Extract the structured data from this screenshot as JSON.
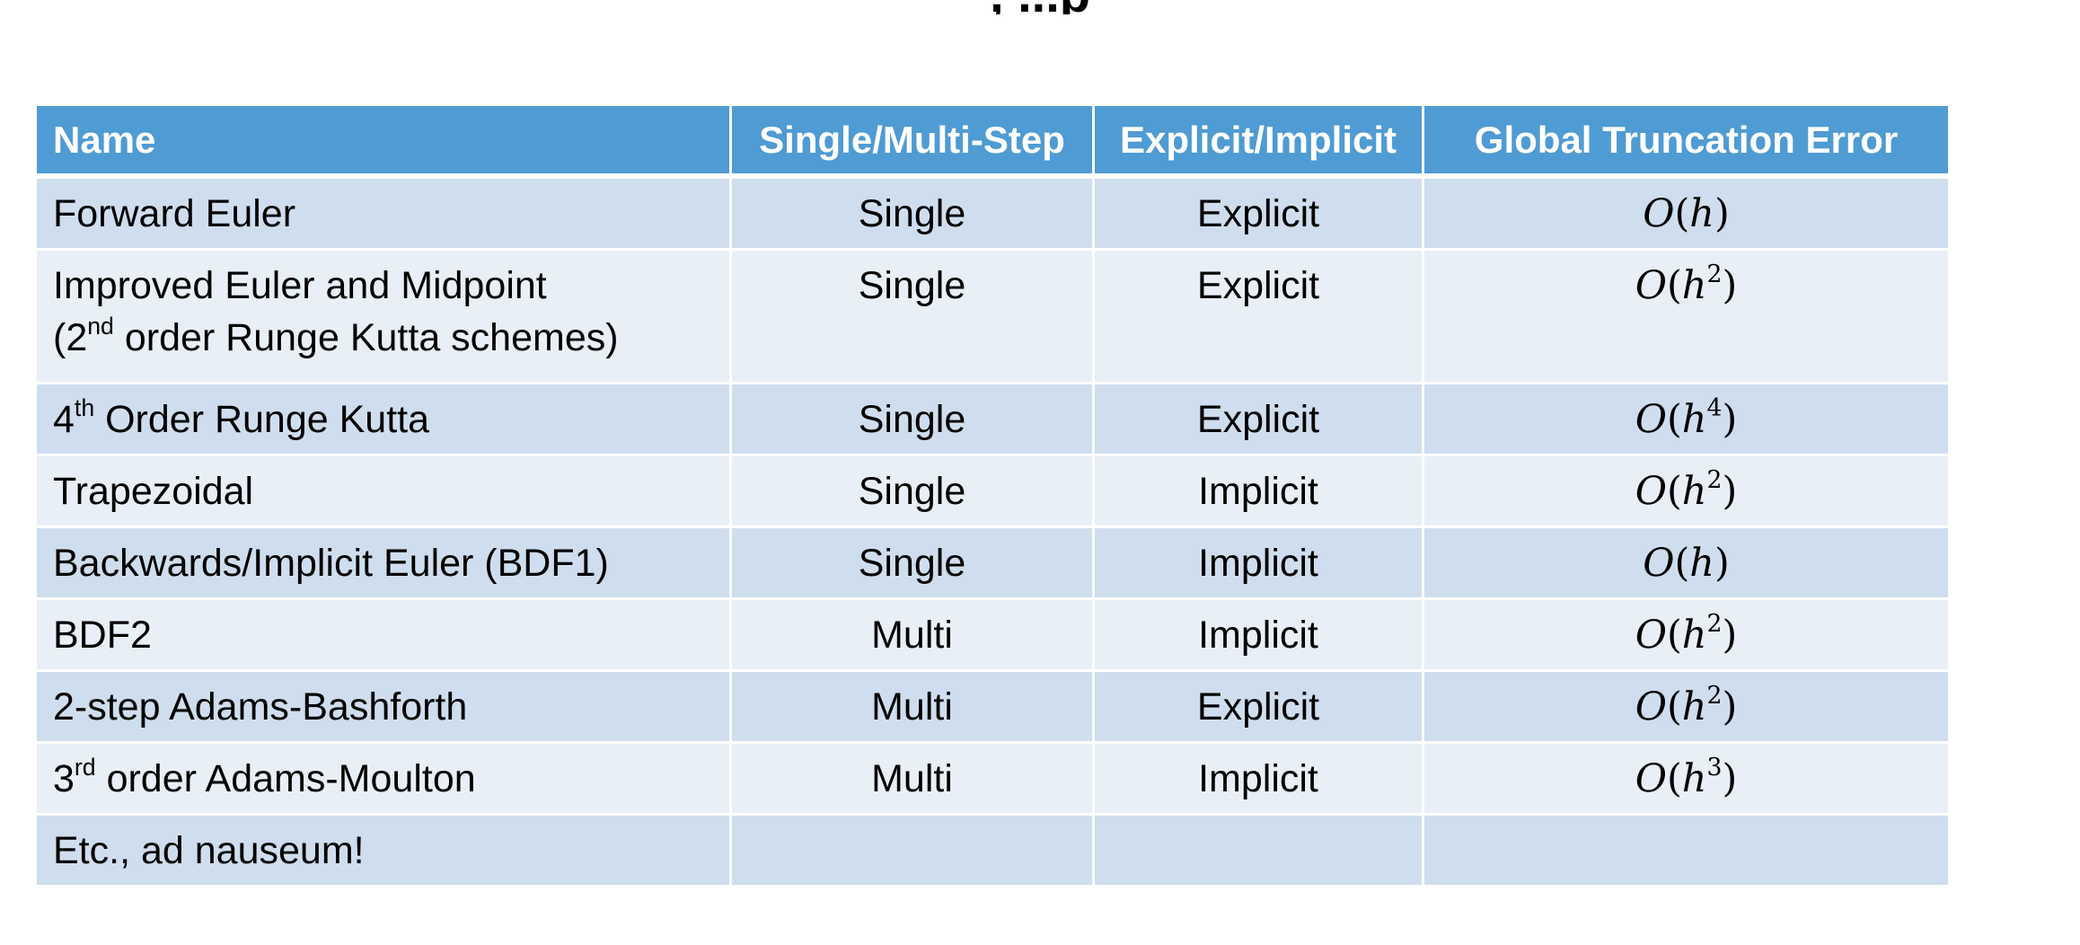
{
  "slide": {
    "title_fragment": ", ...p"
  },
  "table": {
    "headers": {
      "name": "Name",
      "step": "Single/Multi-Step",
      "explicit": "Explicit/Implicit",
      "error": "Global Truncation Error"
    },
    "rows": [
      {
        "name": "Forward Euler",
        "name_sup": "",
        "name_rest": "",
        "name_line2_pre": "",
        "name_line2_sup": "",
        "name_line2_rest": "",
        "step": "Single",
        "explicit": "Explicit",
        "error_base": "O",
        "error_var": "h",
        "error_exp": ""
      },
      {
        "name": "Improved Euler and Midpoint",
        "name_sup": "",
        "name_rest": "",
        "name_line2_pre": "(2",
        "name_line2_sup": "nd",
        "name_line2_rest": " order Runge Kutta schemes)",
        "step": "Single",
        "explicit": "Explicit",
        "error_base": "O",
        "error_var": "h",
        "error_exp": "2"
      },
      {
        "name": "4",
        "name_sup": "th",
        "name_rest": " Order Runge Kutta",
        "name_line2_pre": "",
        "name_line2_sup": "",
        "name_line2_rest": "",
        "step": "Single",
        "explicit": "Explicit",
        "error_base": "O",
        "error_var": "h",
        "error_exp": "4"
      },
      {
        "name": "Trapezoidal",
        "name_sup": "",
        "name_rest": "",
        "name_line2_pre": "",
        "name_line2_sup": "",
        "name_line2_rest": "",
        "step": "Single",
        "explicit": "Implicit",
        "error_base": "O",
        "error_var": "h",
        "error_exp": "2"
      },
      {
        "name": "Backwards/Implicit Euler (BDF1)",
        "name_sup": "",
        "name_rest": "",
        "name_line2_pre": "",
        "name_line2_sup": "",
        "name_line2_rest": "",
        "step": "Single",
        "explicit": "Implicit",
        "error_base": "O",
        "error_var": "h",
        "error_exp": ""
      },
      {
        "name": "BDF2",
        "name_sup": "",
        "name_rest": "",
        "name_line2_pre": "",
        "name_line2_sup": "",
        "name_line2_rest": "",
        "step": "Multi",
        "explicit": "Implicit",
        "error_base": "O",
        "error_var": "h",
        "error_exp": "2"
      },
      {
        "name": "2-step Adams-Bashforth",
        "name_sup": "",
        "name_rest": "",
        "name_line2_pre": "",
        "name_line2_sup": "",
        "name_line2_rest": "",
        "step": "Multi",
        "explicit": "Explicit",
        "error_base": "O",
        "error_var": "h",
        "error_exp": "2"
      },
      {
        "name": "3",
        "name_sup": "rd",
        "name_rest": " order Adams-Moulton",
        "name_line2_pre": "",
        "name_line2_sup": "",
        "name_line2_rest": "",
        "step": "Multi",
        "explicit": "Implicit",
        "error_base": "O",
        "error_var": "h",
        "error_exp": "3"
      },
      {
        "name": "Etc., ad nauseum!",
        "name_sup": "",
        "name_rest": "",
        "name_line2_pre": "",
        "name_line2_sup": "",
        "name_line2_rest": "",
        "step": "",
        "explicit": "",
        "error_base": "",
        "error_var": "",
        "error_exp": ""
      }
    ]
  },
  "colors": {
    "header_bg": "#4f9bd3",
    "row_dark": "#cfdeee",
    "row_light": "#e9eff7"
  }
}
